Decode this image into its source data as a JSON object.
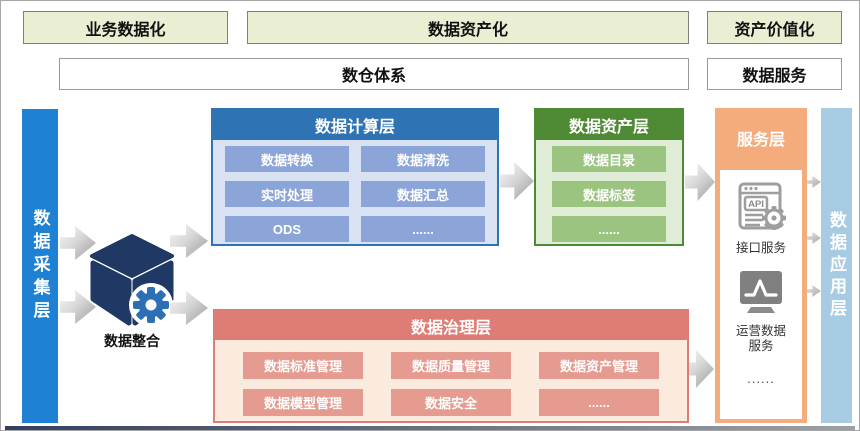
{
  "stages": [
    {
      "label": "业务数据化"
    },
    {
      "label": "数据资产化"
    },
    {
      "label": "资产价值化"
    }
  ],
  "systems": [
    {
      "label": "数仓体系"
    },
    {
      "label": "数据服务"
    }
  ],
  "collection_bar": {
    "label": "数据采集层"
  },
  "integration": {
    "label": "数据整合",
    "icon": "cube-gear-icon"
  },
  "compute_layer": {
    "title": "数据计算层",
    "items": [
      "数据转换",
      "数据清洗",
      "实时处理",
      "数据汇总",
      "ODS",
      "......"
    ]
  },
  "asset_layer": {
    "title": "数据资产层",
    "items": [
      "数据目录",
      "数据标签",
      "......"
    ]
  },
  "governance_layer": {
    "title": "数据治理层",
    "items": [
      "数据标准管理",
      "数据质量管理",
      "数据资产管理",
      "数据模型管理",
      "数据安全",
      "......"
    ]
  },
  "service_layer": {
    "title": "服务层",
    "services": [
      {
        "icon": "api-browser-icon",
        "label": "接口服务"
      },
      {
        "icon": "chart-monitor-icon",
        "label": "运营数据服务"
      }
    ],
    "more": "......"
  },
  "application_bar": {
    "label": "数据应用层"
  },
  "colors": {
    "stage_fill": "#EAEFD3",
    "collection_bar": "#1F81D3",
    "compute_header": "#2E74B5",
    "compute_body": "#D9E2F3",
    "compute_item": "#8CA5D9",
    "asset_header": "#4E8A33",
    "asset_body": "#E0EDD6",
    "asset_item": "#9AC47F",
    "governance_header": "#DD7D75",
    "governance_body": "#FBEBDE",
    "governance_item": "#E69B90",
    "service_fill": "#F4AC7D",
    "application_bar": "#A8CBE4"
  }
}
